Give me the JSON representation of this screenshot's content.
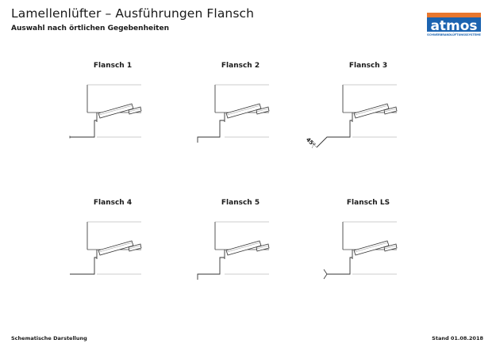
{
  "header": {
    "title": "Lamellenlüfter – Ausführungen Flansch",
    "subtitle": "Auswahl nach örtlichen Gegebenheiten"
  },
  "logo": {
    "text": "atmos",
    "tagline": "SCHWERBRANDLÜFTUNGSSYSTEME",
    "colors": {
      "orange": "#e8772e",
      "blue": "#1b63b0"
    }
  },
  "variants": [
    {
      "label": "Flansch 1"
    },
    {
      "label": "Flansch 2"
    },
    {
      "label": "Flansch 3",
      "angle_label": "45°"
    },
    {
      "label": "Flansch 4"
    },
    {
      "label": "Flansch 5"
    },
    {
      "label": "Flansch LS"
    }
  ],
  "footer": {
    "left": "Schematische Darstellung",
    "right": "Stand 01.08.2018"
  }
}
